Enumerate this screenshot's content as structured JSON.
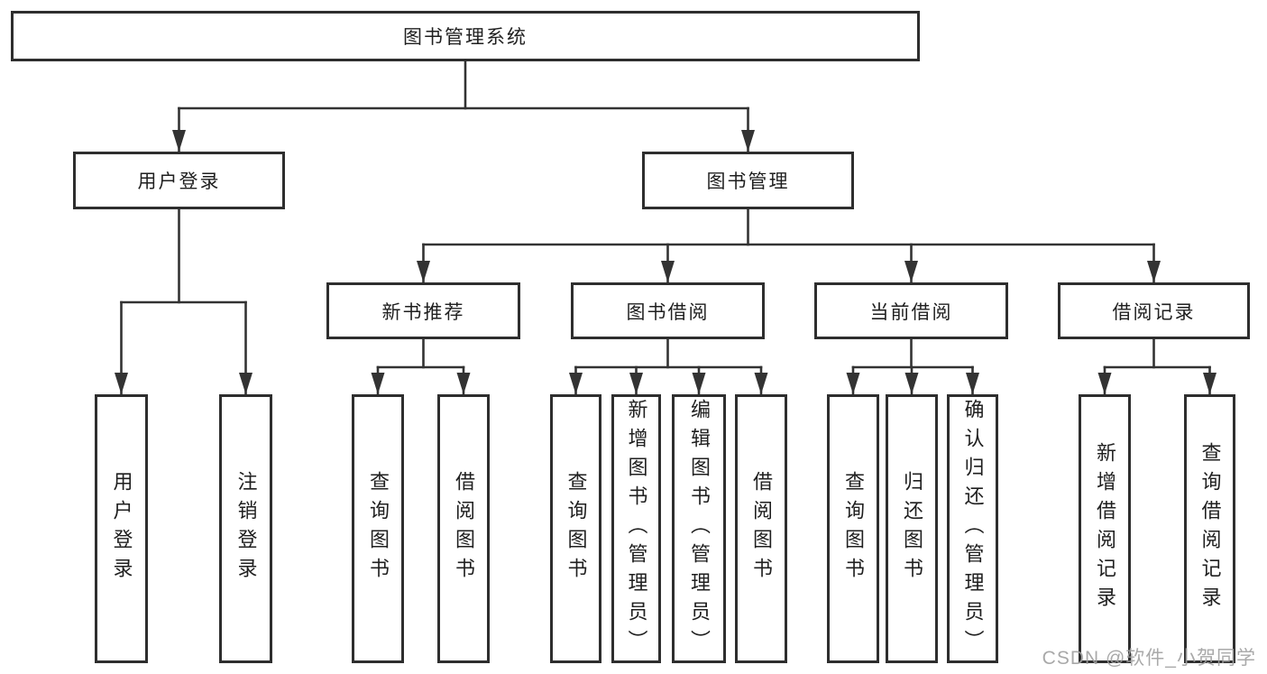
{
  "nodes": {
    "root": "图书管理系统",
    "user_login": "用户登录",
    "book_mgmt": "图书管理",
    "new_books": "新书推荐",
    "book_borrow": "图书借阅",
    "current_borrow": "当前借阅",
    "borrow_records": "借阅记录",
    "leaf_user_login": "用户登录",
    "leaf_logout": "注销登录",
    "leaf_nb_query": "查询图书",
    "leaf_nb_borrow": "借阅图书",
    "leaf_bb_query": "查询图书",
    "leaf_bb_add": "新增图书（管理员）",
    "leaf_bb_edit": "编辑图书（管理员）",
    "leaf_bb_borrow": "借阅图书",
    "leaf_cb_query": "查询图书",
    "leaf_cb_return": "归还图书",
    "leaf_cb_confirm": "确认归还（管理员）",
    "leaf_br_add": "新增借阅记录",
    "leaf_br_query": "查询借阅记录"
  },
  "watermark": "CSDN @软件_小贺同学",
  "colors": {
    "line": "#333333",
    "border": "#2e2e2e",
    "text": "#1f1f1f",
    "watermark": "#a0a0a0",
    "background": "#ffffff"
  }
}
